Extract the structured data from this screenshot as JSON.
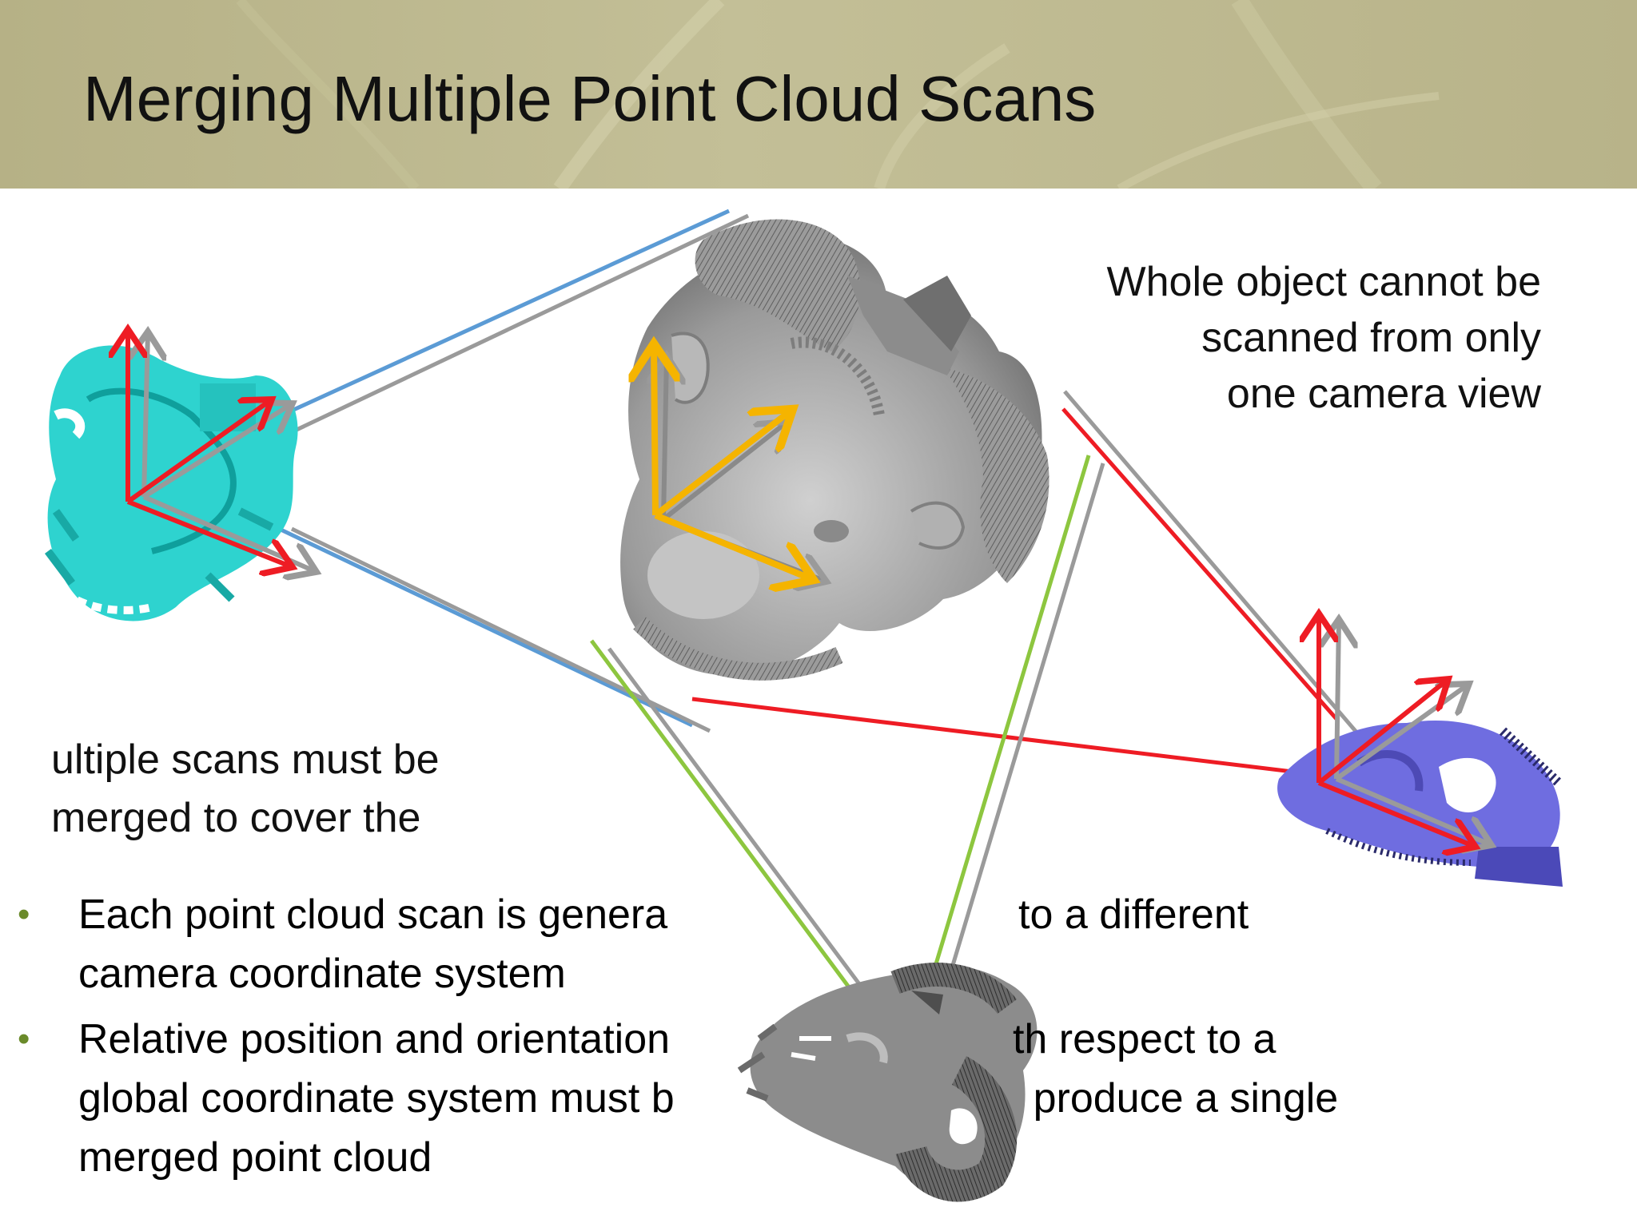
{
  "slide": {
    "title": "Merging Multiple Point Cloud Scans",
    "note_right": [
      "Whole object cannot be",
      "scanned from only",
      "one camera view"
    ],
    "note_left": [
      "ultiple scans must be",
      "merged to cover the"
    ],
    "bullets": [
      {
        "text_lines": [
          "Each point cloud scan is genera",
          "",
          "",
          "to a different",
          "camera coordinate system"
        ]
      },
      {
        "text_lines": [
          "Relative position and orientation",
          "th respect to a",
          "global coordinate system must b",
          "produce a single",
          "merged point cloud"
        ]
      }
    ]
  },
  "colors": {
    "scan_cyan": "#2ed3cf",
    "scan_blue": "#6f6de0",
    "scan_gray": "#8a8a8a",
    "axis_red": "#ee1c24",
    "axis_yellow": "#f5b400",
    "line_blue": "#5b9bd5",
    "line_gray": "#9a9a9a",
    "line_green": "#8dc63f",
    "bullet_green": "#6a8a2a"
  }
}
